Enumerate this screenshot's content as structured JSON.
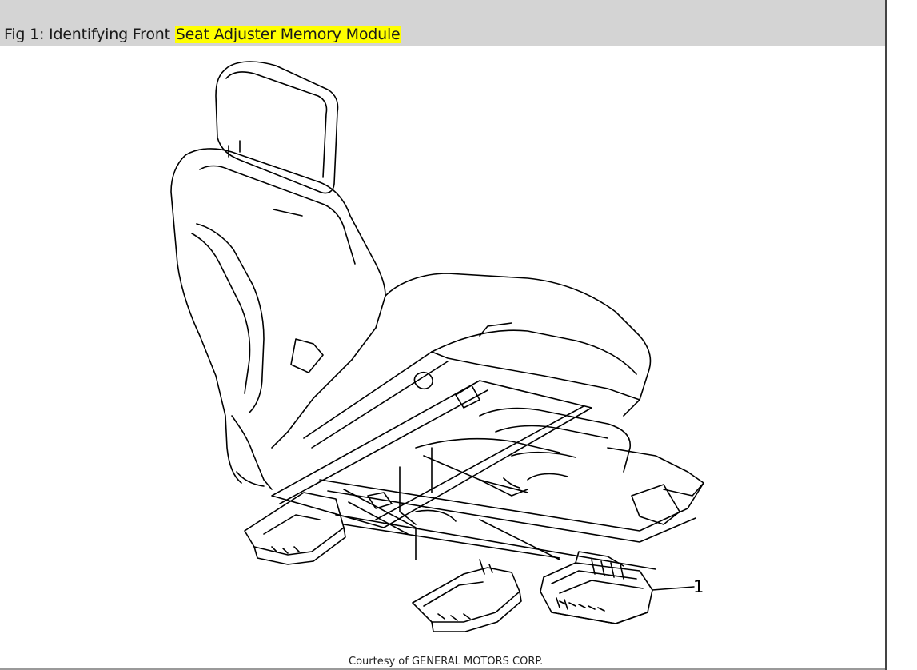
{
  "caption": {
    "prefix": "Fig 1: Identifying Front ",
    "highlighted": "Seat Adjuster Memory Module"
  },
  "diagram": {
    "callout_number": "1",
    "courtesy_text": "Courtesy of GENERAL MOTORS CORP."
  },
  "colors": {
    "caption_bar": "#d4d4d4",
    "highlight": "#ffff00",
    "line_art": "#000000"
  }
}
